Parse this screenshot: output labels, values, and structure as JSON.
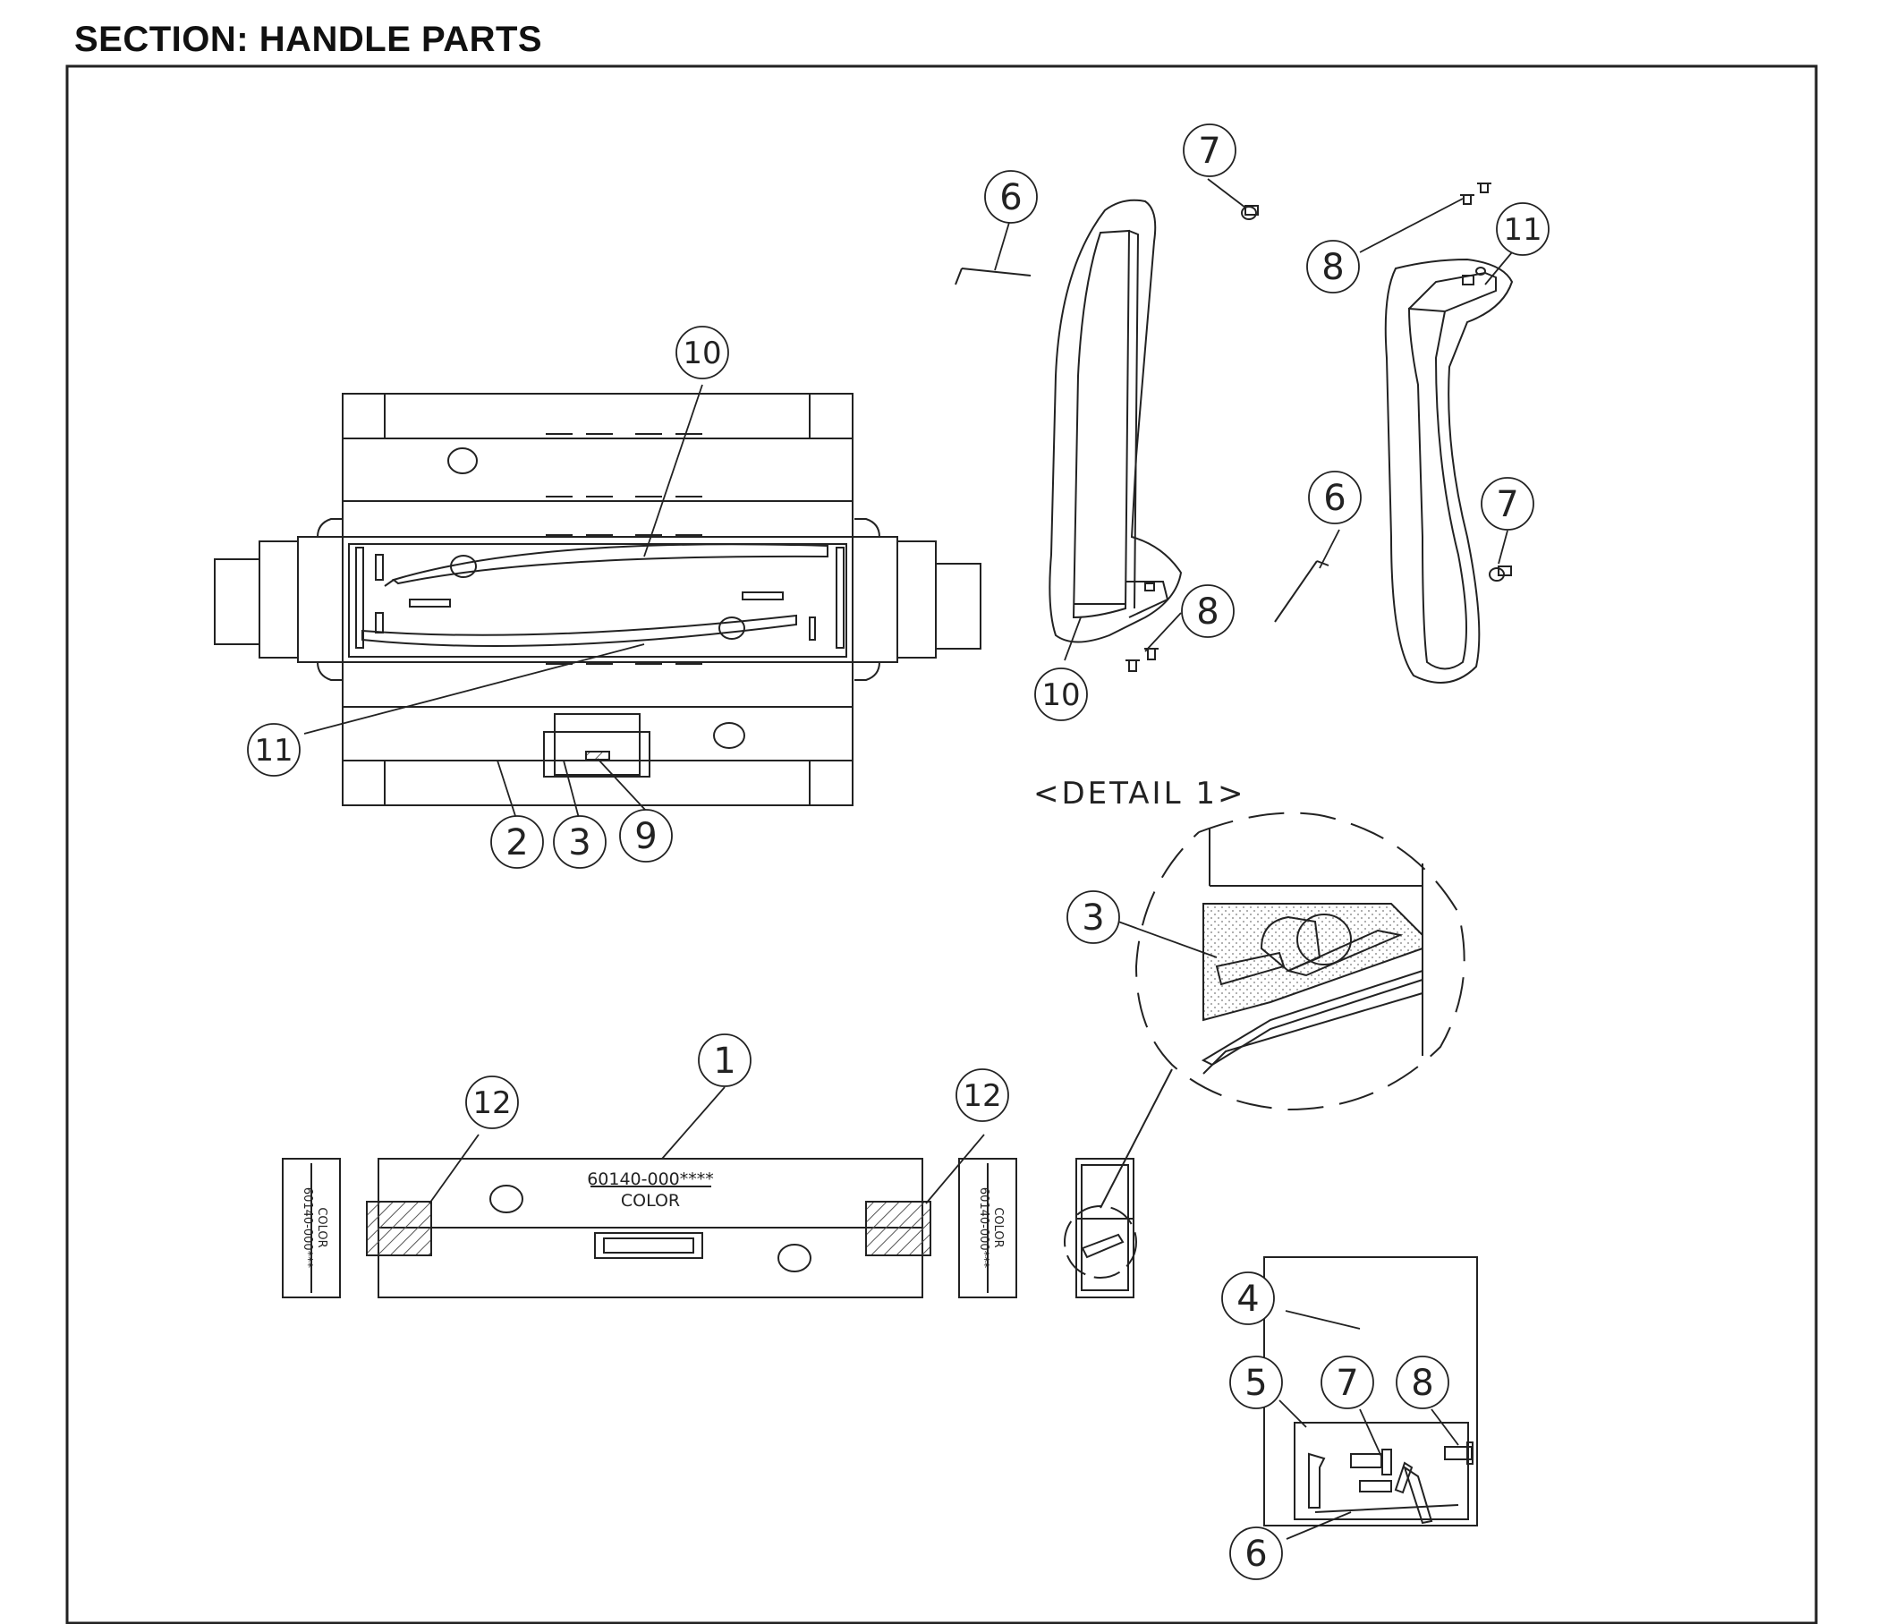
{
  "header": {
    "title": "SECTION: HANDLE PARTS"
  },
  "detail_label": "<DETAIL 1>",
  "part_label": {
    "number": "60140-000****",
    "color": "COLOR"
  },
  "end_label": {
    "number": "60140-000***",
    "color": "COLOR"
  },
  "callouts": {
    "c1": "1",
    "c2": "2",
    "c3": "3",
    "c3b": "3",
    "c4": "4",
    "c5": "5",
    "c6a": "6",
    "c6b": "6",
    "c6c": "6",
    "c7a": "7",
    "c7b": "7",
    "c7c": "7",
    "c8a": "8",
    "c8b": "8",
    "c8c": "8",
    "c9": "9",
    "c10a": "10",
    "c10b": "10",
    "c11a": "11",
    "c11b": "11",
    "c12a": "12",
    "c12b": "12"
  },
  "colors": {
    "line": "#222222",
    "hatch": "#555555",
    "background": "#ffffff"
  }
}
